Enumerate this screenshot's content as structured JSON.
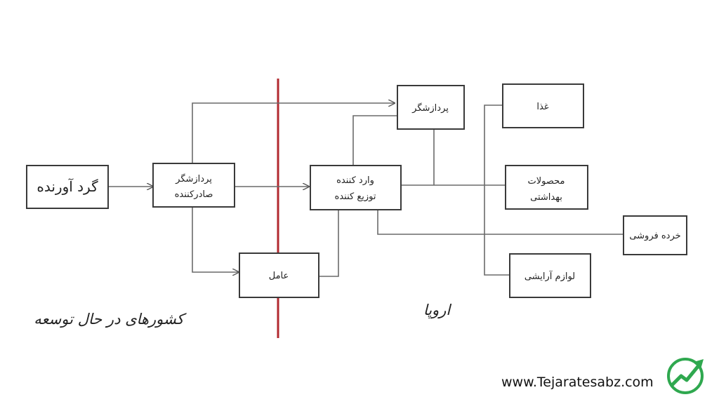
{
  "nodes": {
    "collector": "گرد آورنده",
    "processor_exporter": [
      "پردازشگر",
      "صادرکننده"
    ],
    "importer_distributor": [
      "وارد کننده",
      "توزیع کننده"
    ],
    "processor_top": "پردازشگر",
    "agent": "عامل",
    "food": "غذا",
    "health_products": [
      "محصولات",
      "بهداشتی"
    ],
    "retail": "خرده فروشی",
    "cosmetics": "لوازم آرایشی"
  },
  "regions": {
    "developing": "کشورهای در حال توسعه",
    "europe": "اروپا"
  },
  "footer": {
    "website": "www.Tejaratesabz.com"
  },
  "colors": {
    "divider": "#b22a30",
    "logo_green": "#2fa84f"
  }
}
